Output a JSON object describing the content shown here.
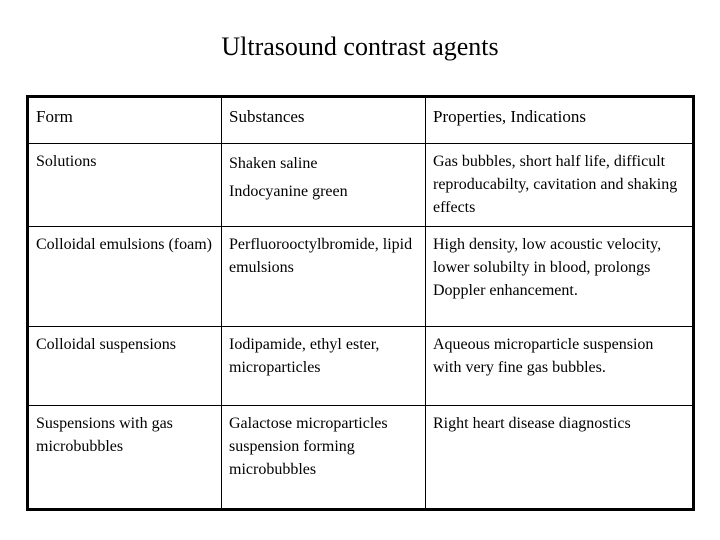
{
  "slide": {
    "title": "Ultrasound contrast agents",
    "background_color": "#ffffff",
    "text_color": "#000000",
    "border_color": "#000000"
  },
  "table": {
    "columns": [
      {
        "key": "form",
        "header": "Form"
      },
      {
        "key": "substances",
        "header": "Substances"
      },
      {
        "key": "properties",
        "header": "Properties, Indications"
      }
    ],
    "rows": [
      {
        "form": "Solutions",
        "substances_lines": [
          "Shaken saline",
          "Indocyanine green"
        ],
        "substances": "Shaken saline Indocyanine green",
        "properties": "Gas bubbles, short half life, difficult reproducabilty, cavitation and shaking effects"
      },
      {
        "form": "Colloidal emulsions (foam)",
        "substances": "Perfluorooctylbromide, lipid emulsions",
        "properties": "High density, low acoustic velocity, lower solubilty in blood, prolongs Doppler enhancement."
      },
      {
        "form": "Colloidal suspensions",
        "substances": "Iodipamide, ethyl ester, microparticles",
        "properties": "Aqueous microparticle suspension with very fine gas bubbles."
      },
      {
        "form": "Suspensions with gas microbubbles",
        "substances": "Galactose microparticles suspension forming microbubbles",
        "properties": "Right heart disease diagnostics"
      }
    ]
  }
}
